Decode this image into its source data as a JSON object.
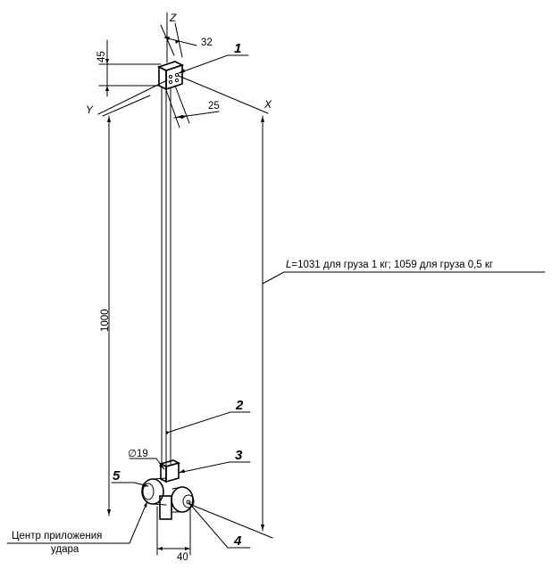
{
  "axes": {
    "z": "Z",
    "y": "Y",
    "x": "X"
  },
  "dimensions": {
    "d32": "32",
    "d45": "45",
    "d25": "25",
    "d1000": "1000",
    "d19": "∅19",
    "d40": "40"
  },
  "length_note": {
    "prefix": "L",
    "text": "=1031 для груза 1 кг; 1059 для груза 0,5 кг"
  },
  "callouts": [
    "1",
    "2",
    "3",
    "4",
    "5"
  ],
  "impact_center": {
    "line1": "Центр приложения",
    "line2": "удара"
  }
}
